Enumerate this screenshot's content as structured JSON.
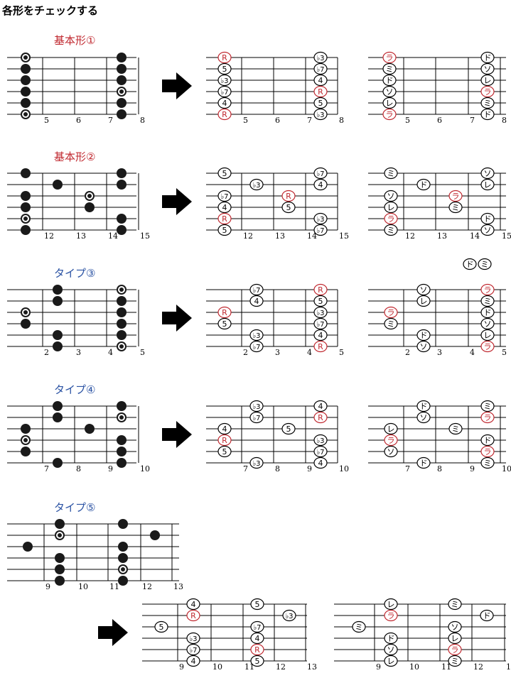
{
  "title": "各形をチェックする",
  "colors": {
    "red": "#c0282f",
    "blue": "#2a52a3",
    "black": "#1a1a1a"
  },
  "solfege": [
    "ド",
    "ミ"
  ],
  "sections": [
    {
      "label": "基本形①",
      "label_color": "red",
      "frets": [
        "5",
        "6",
        "7",
        "8"
      ],
      "dots": [
        [
          0,
          0,
          "R"
        ],
        [
          1,
          0,
          ""
        ],
        [
          2,
          0,
          ""
        ],
        [
          3,
          0,
          ""
        ],
        [
          4,
          0,
          ""
        ],
        [
          5,
          0,
          "R"
        ],
        [
          3,
          2,
          "R"
        ],
        [
          2,
          2,
          ""
        ],
        [
          4,
          2,
          ""
        ],
        [
          0,
          3,
          ""
        ],
        [
          1,
          3,
          ""
        ],
        [
          5,
          3,
          ""
        ]
      ],
      "degrees": [
        [
          0,
          0,
          "R"
        ],
        [
          1,
          0,
          "5"
        ],
        [
          2,
          0,
          "♭3"
        ],
        [
          3,
          0,
          "♭7"
        ],
        [
          4,
          0,
          "4"
        ],
        [
          5,
          0,
          "R"
        ],
        [
          2,
          2,
          "4"
        ],
        [
          3,
          2,
          "R"
        ],
        [
          4,
          2,
          "5"
        ],
        [
          0,
          3,
          "♭3"
        ],
        [
          1,
          3,
          "♭7"
        ],
        [
          5,
          3,
          "♭3"
        ]
      ],
      "notes": [
        [
          0,
          0,
          "ラ"
        ],
        [
          1,
          0,
          "ミ"
        ],
        [
          2,
          0,
          "ド"
        ],
        [
          3,
          0,
          "ソ"
        ],
        [
          4,
          0,
          "レ"
        ],
        [
          5,
          0,
          "ラ"
        ],
        [
          2,
          2,
          "レ"
        ],
        [
          3,
          2,
          "ラ"
        ],
        [
          4,
          2,
          "ミ"
        ],
        [
          0,
          3,
          "ド"
        ],
        [
          1,
          3,
          "ソ"
        ],
        [
          5,
          3,
          "ド"
        ]
      ]
    },
    {
      "label": "基本形②",
      "label_color": "red",
      "frets": [
        "12",
        "13",
        "14",
        "15"
      ],
      "dots": [
        [
          0,
          0,
          ""
        ],
        [
          2,
          0,
          ""
        ],
        [
          3,
          0,
          ""
        ],
        [
          4,
          0,
          "R"
        ],
        [
          5,
          0,
          ""
        ],
        [
          1,
          1,
          ""
        ],
        [
          2,
          2,
          "R"
        ],
        [
          3,
          2,
          ""
        ],
        [
          0,
          3,
          ""
        ],
        [
          1,
          3,
          ""
        ],
        [
          4,
          3,
          ""
        ],
        [
          5,
          3,
          ""
        ]
      ],
      "degrees": [
        [
          0,
          0,
          "5"
        ],
        [
          2,
          0,
          "♭7"
        ],
        [
          3,
          0,
          "4"
        ],
        [
          4,
          0,
          "R"
        ],
        [
          5,
          0,
          "5"
        ],
        [
          1,
          1,
          "♭3"
        ],
        [
          2,
          2,
          "R"
        ],
        [
          3,
          2,
          "5"
        ],
        [
          0,
          3,
          "♭7"
        ],
        [
          1,
          3,
          "4"
        ],
        [
          4,
          3,
          "♭3"
        ],
        [
          5,
          3,
          "♭7"
        ]
      ],
      "notes": [
        [
          0,
          0,
          "ミ"
        ],
        [
          2,
          0,
          "ソ"
        ],
        [
          3,
          0,
          "レ"
        ],
        [
          4,
          0,
          "ラ"
        ],
        [
          5,
          0,
          "ミ"
        ],
        [
          1,
          1,
          "ド"
        ],
        [
          2,
          2,
          "ラ"
        ],
        [
          3,
          2,
          "ミ"
        ],
        [
          0,
          3,
          "ソ"
        ],
        [
          1,
          3,
          "レ"
        ],
        [
          4,
          3,
          "ド"
        ],
        [
          5,
          3,
          "ソ"
        ]
      ]
    },
    {
      "label": "タイプ③",
      "label_color": "blue",
      "frets": [
        "2",
        "3",
        "4",
        "5"
      ],
      "dots": [
        [
          2,
          0,
          "R"
        ],
        [
          3,
          0,
          ""
        ],
        [
          0,
          1,
          ""
        ],
        [
          1,
          1,
          ""
        ],
        [
          4,
          1,
          ""
        ],
        [
          5,
          1,
          ""
        ],
        [
          0,
          3,
          "R"
        ],
        [
          1,
          3,
          ""
        ],
        [
          2,
          3,
          ""
        ],
        [
          3,
          3,
          ""
        ],
        [
          4,
          3,
          ""
        ],
        [
          5,
          3,
          "R"
        ]
      ],
      "degrees": [
        [
          2,
          0,
          "R"
        ],
        [
          3,
          0,
          "5"
        ],
        [
          0,
          1,
          "♭7"
        ],
        [
          1,
          1,
          "4"
        ],
        [
          4,
          1,
          "♭3"
        ],
        [
          5,
          1,
          "♭7"
        ],
        [
          0,
          3,
          "R"
        ],
        [
          1,
          3,
          "5"
        ],
        [
          2,
          3,
          "♭3"
        ],
        [
          3,
          3,
          "♭7"
        ],
        [
          4,
          3,
          "4"
        ],
        [
          5,
          3,
          "R"
        ]
      ],
      "notes": [
        [
          2,
          0,
          "ラ"
        ],
        [
          3,
          0,
          "ミ"
        ],
        [
          0,
          1,
          "ソ"
        ],
        [
          1,
          1,
          "レ"
        ],
        [
          4,
          1,
          "ド"
        ],
        [
          5,
          1,
          "ソ"
        ],
        [
          0,
          3,
          "ラ"
        ],
        [
          1,
          3,
          "ミ"
        ],
        [
          2,
          3,
          "ド"
        ],
        [
          3,
          3,
          "ソ"
        ],
        [
          4,
          3,
          "レ"
        ],
        [
          5,
          3,
          "ラ"
        ]
      ]
    },
    {
      "label": "タイプ④",
      "label_color": "blue",
      "frets": [
        "7",
        "8",
        "9",
        "10"
      ],
      "dots": [
        [
          2,
          0,
          ""
        ],
        [
          3,
          0,
          "R"
        ],
        [
          4,
          0,
          ""
        ],
        [
          5,
          1,
          ""
        ],
        [
          0,
          1,
          ""
        ],
        [
          1,
          1,
          ""
        ],
        [
          2,
          2,
          ""
        ],
        [
          0,
          3,
          ""
        ],
        [
          1,
          3,
          "R"
        ],
        [
          3,
          3,
          ""
        ],
        [
          4,
          3,
          ""
        ],
        [
          5,
          3,
          ""
        ]
      ],
      "degrees": [
        [
          2,
          0,
          "4"
        ],
        [
          3,
          0,
          "R"
        ],
        [
          4,
          0,
          "5"
        ],
        [
          5,
          1,
          "♭3"
        ],
        [
          0,
          1,
          "♭3"
        ],
        [
          1,
          1,
          "♭7"
        ],
        [
          2,
          2,
          "5"
        ],
        [
          0,
          3,
          "4"
        ],
        [
          1,
          3,
          "R"
        ],
        [
          3,
          3,
          "♭3"
        ],
        [
          4,
          3,
          "♭7"
        ],
        [
          5,
          3,
          "4"
        ]
      ],
      "notes": [
        [
          2,
          0,
          "レ"
        ],
        [
          3,
          0,
          "ラ"
        ],
        [
          4,
          0,
          "ソ"
        ],
        [
          5,
          1,
          "ド"
        ],
        [
          0,
          1,
          "ド"
        ],
        [
          1,
          1,
          "ソ"
        ],
        [
          2,
          2,
          "ミ"
        ],
        [
          0,
          3,
          "ミ"
        ],
        [
          1,
          3,
          "ラ"
        ],
        [
          3,
          3,
          "ド"
        ],
        [
          4,
          3,
          "ラ"
        ],
        [
          5,
          3,
          "ミ"
        ]
      ]
    },
    {
      "label": "タイプ⑤",
      "label_color": "blue",
      "frets": [
        "9",
        "10",
        "11",
        "12",
        "13"
      ],
      "dots": [
        [
          2,
          0,
          ""
        ],
        [
          0,
          1,
          "R"
        ],
        [
          1,
          1,
          ""
        ],
        [
          3,
          1,
          ""
        ],
        [
          4,
          1,
          ""
        ],
        [
          5,
          1,
          ""
        ],
        [
          0,
          3,
          ""
        ],
        [
          2,
          3,
          ""
        ],
        [
          3,
          3,
          ""
        ],
        [
          4,
          3,
          "R"
        ],
        [
          5,
          3,
          ""
        ],
        [
          1,
          4,
          ""
        ]
      ],
      "degrees": [
        [
          2,
          0,
          "5"
        ],
        [
          0,
          1,
          "4"
        ],
        [
          1,
          1,
          "R"
        ],
        [
          3,
          1,
          "♭3"
        ],
        [
          4,
          1,
          "♭7"
        ],
        [
          5,
          1,
          "4"
        ],
        [
          0,
          3,
          "5"
        ],
        [
          2,
          3,
          "♭7"
        ],
        [
          3,
          3,
          "4"
        ],
        [
          4,
          3,
          "R"
        ],
        [
          5,
          3,
          "5"
        ],
        [
          1,
          4,
          "♭3"
        ]
      ],
      "notes": [
        [
          2,
          0,
          "ミ"
        ],
        [
          0,
          1,
          "レ"
        ],
        [
          1,
          1,
          "ラ"
        ],
        [
          3,
          1,
          "ド"
        ],
        [
          4,
          1,
          "ソ"
        ],
        [
          5,
          1,
          "レ"
        ],
        [
          0,
          3,
          "ミ"
        ],
        [
          2,
          3,
          "ソ"
        ],
        [
          3,
          3,
          "レ"
        ],
        [
          4,
          3,
          "ラ"
        ],
        [
          5,
          3,
          "ミ"
        ],
        [
          1,
          4,
          "ド"
        ]
      ]
    }
  ]
}
